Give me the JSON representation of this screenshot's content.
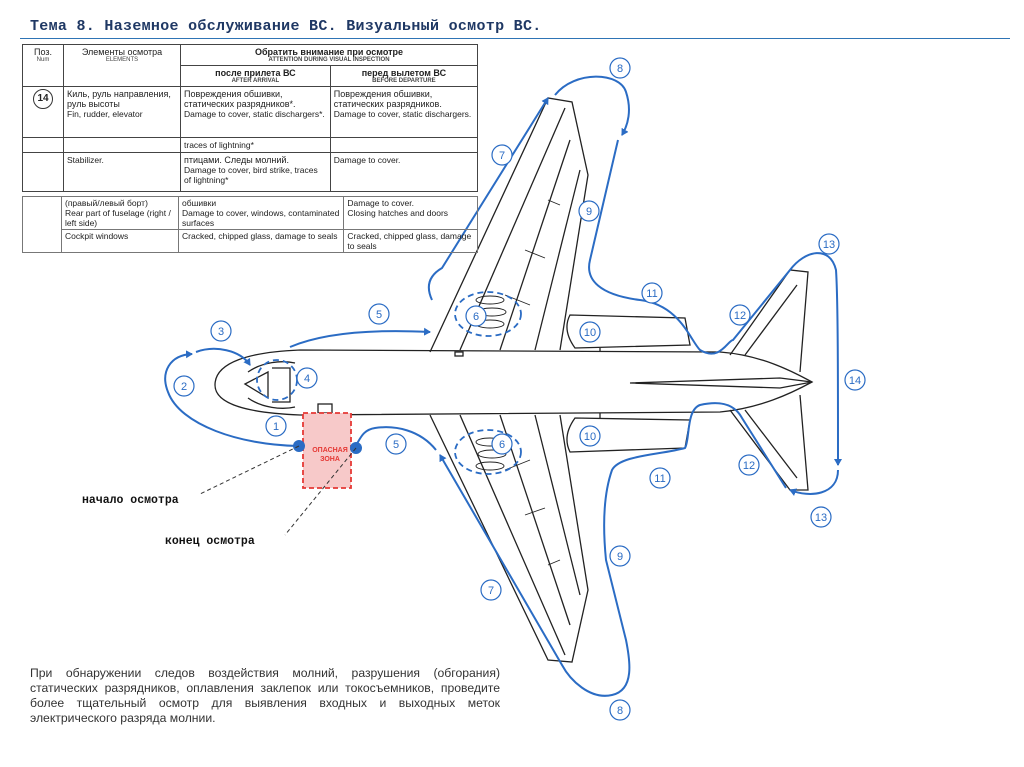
{
  "slide": {
    "title": "Тема 8. Наземное обслуживание ВС. Визуальный осмотр ВС."
  },
  "table": {
    "col_pos": "Поз.",
    "col_pos_en": "Num",
    "col_elements": "Элементы осмотра",
    "col_elements_en": "ELEMENTS",
    "col_attention": "Обратить внимание при осмотре",
    "col_attention_en": "ATTENTION DURING VISUAL INSPECTION",
    "col_after": "после прилета ВС",
    "col_after_en": "AFTER ARRIVAL",
    "col_before": "перед вылетом ВС",
    "col_before_en": "BEFORE DEPARTURE",
    "row1_num": "14",
    "row1_elem_ru": "Киль, руль направления, руль высоты",
    "row1_elem_en": "Fin, rudder, elevator",
    "row1_after_ru": "Повреждения обшивки, статических разрядников*.",
    "row1_after_en": "Damage to cover, static dischargers*.",
    "row1_before_ru": "Повреждения обшивки, статических разрядников.",
    "row1_before_en": "Damage to cover, static dischargers.",
    "row2_after": "traces of lightning*",
    "row3_elem": "Stabilizer.",
    "row3_after_ru": "птицами. Следы молний.",
    "row3_after_en": "Damage to cover, bird strike, traces of lightning*",
    "row3_before": "Damage to cover."
  },
  "table2": {
    "row1_elem": "(правый/левый борт)",
    "row1_after": "обшивки",
    "row1_before": "Damage to cover.",
    "row2_elem": "Rear part of fuselage (right / left side)",
    "row2_after": "Damage to cover, windows, contaminated surfaces",
    "row2_before": "Closing hatches and doors",
    "row3_elem": "Cockpit windows",
    "row3_after": "Cracked, chipped glass, damage to seals",
    "row3_before": "Cracked, chipped glass, damage to seals"
  },
  "labels": {
    "start": "начало осмотра",
    "end": "конец осмотра",
    "danger_line1": "ОПАСНАЯ",
    "danger_line2": "ЗОНА"
  },
  "steps": {
    "s1": "1",
    "s2": "2",
    "s3": "3",
    "s4": "4",
    "s5a": "5",
    "s5b": "5",
    "s6a": "6",
    "s6b": "6",
    "s7a": "7",
    "s7b": "7",
    "s8a": "8",
    "s8b": "8",
    "s9a": "9",
    "s9b": "9",
    "s10a": "10",
    "s10b": "10",
    "s11a": "11",
    "s11b": "11",
    "s12a": "12",
    "s12b": "12",
    "s13a": "13",
    "s13b": "13",
    "s14": "14"
  },
  "note": "При обнаружении следов воздействия молний, разрушения (обгорания) статических разрядников, оплавления заклепок или токосъемников, проведите более тщательный осмотр для выявления входных и выходных меток электрического разряда молнии.",
  "colors": {
    "route": "#2b6cc4",
    "aircraft": "#222222",
    "danger": "#e53935",
    "title": "#1f3864"
  }
}
